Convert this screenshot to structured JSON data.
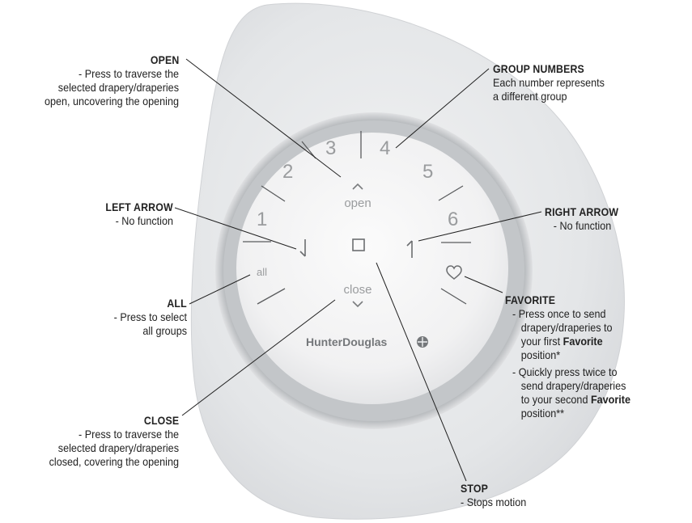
{
  "remote": {
    "numbers": [
      "1",
      "2",
      "3",
      "4",
      "5",
      "6"
    ],
    "all_label": "all",
    "open_label": "open",
    "close_label": "close",
    "brand": "HunterDouglas"
  },
  "callouts": {
    "open": {
      "title": "OPEN",
      "lines": [
        "- Press to traverse the",
        "selected drapery/draperies",
        "open, uncovering the opening"
      ]
    },
    "group_numbers": {
      "title": "GROUP NUMBERS",
      "lines": [
        "Each number represents",
        "a different group"
      ]
    },
    "left_arrow": {
      "title": "LEFT ARROW",
      "lines": [
        "- No function"
      ]
    },
    "right_arrow": {
      "title": "RIGHT ARROW",
      "lines": [
        "- No function"
      ]
    },
    "all": {
      "title": "ALL",
      "lines": [
        "- Press to select",
        "all groups"
      ]
    },
    "favorite": {
      "title": "FAVORITE",
      "item1": {
        "pre": "- Press once to send",
        "mid_pre": "drapery/draperies to",
        "line3_pre": "your first ",
        "bold": "Favorite",
        "line4": "position*"
      },
      "item2": {
        "l1": "- Quickly press twice to",
        "l2": "send drapery/draperies",
        "l3_pre": "to your second ",
        "bold": "Favorite",
        "l4": "position**"
      }
    },
    "close": {
      "title": "CLOSE",
      "lines": [
        "- Press to traverse the",
        "selected drapery/draperies",
        "closed, covering the opening"
      ]
    },
    "stop": {
      "title": "STOP",
      "lines": [
        "- Stops motion"
      ]
    }
  }
}
